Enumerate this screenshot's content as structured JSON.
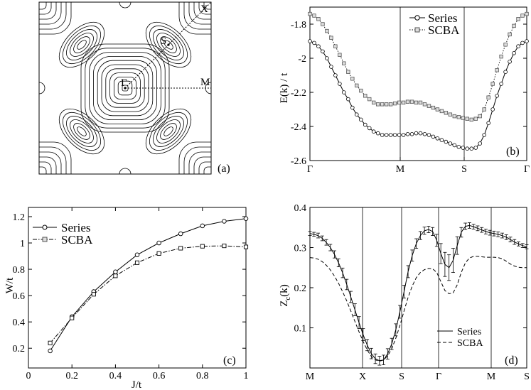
{
  "chart_data": [
    {
      "panel": "a",
      "type": "contour",
      "panel_label": "(a)",
      "points": [
        {
          "label": "X"
        },
        {
          "label": "S"
        },
        {
          "label": "Γ"
        },
        {
          "label": "M"
        }
      ]
    },
    {
      "panel": "b",
      "type": "line",
      "panel_label": "(b)",
      "ylabel": "E(k) / t",
      "ylim": [
        -2.6,
        -1.7
      ],
      "yticks": [
        "-1.8",
        "-2",
        "-2.2",
        "-2.4",
        "-2.6"
      ],
      "x_labels": [
        "Γ",
        "M",
        "S",
        "Γ"
      ],
      "legend": "top-right",
      "series": [
        {
          "name": "Series",
          "style": "solid",
          "marker": "circle",
          "values": [
            -1.9,
            -1.91,
            -1.93,
            -1.96,
            -2.0,
            -2.05,
            -2.1,
            -2.15,
            -2.2,
            -2.24,
            -2.29,
            -2.33,
            -2.36,
            -2.39,
            -2.41,
            -2.43,
            -2.44,
            -2.45,
            -2.45,
            -2.45,
            -2.45,
            -2.45,
            -2.45,
            -2.445,
            -2.445,
            -2.44,
            -2.44,
            -2.445,
            -2.45,
            -2.46,
            -2.47,
            -2.48,
            -2.49,
            -2.5,
            -2.51,
            -2.52,
            -2.525,
            -2.53,
            -2.53,
            -2.525,
            -2.5,
            -2.45,
            -2.38,
            -2.3,
            -2.22,
            -2.15,
            -2.08,
            -2.02,
            -1.97,
            -1.93,
            -1.91,
            -1.9
          ]
        },
        {
          "name": "SCBA",
          "style": "dotted",
          "marker": "square",
          "values": [
            -1.74,
            -1.75,
            -1.77,
            -1.8,
            -1.84,
            -1.88,
            -1.93,
            -1.98,
            -2.03,
            -2.08,
            -2.12,
            -2.16,
            -2.19,
            -2.22,
            -2.24,
            -2.26,
            -2.27,
            -2.27,
            -2.27,
            -2.27,
            -2.265,
            -2.26,
            -2.26,
            -2.255,
            -2.255,
            -2.26,
            -2.26,
            -2.27,
            -2.28,
            -2.29,
            -2.3,
            -2.31,
            -2.32,
            -2.33,
            -2.34,
            -2.345,
            -2.35,
            -2.355,
            -2.36,
            -2.355,
            -2.34,
            -2.3,
            -2.23,
            -2.15,
            -2.07,
            -1.99,
            -1.92,
            -1.86,
            -1.81,
            -1.77,
            -1.75,
            -1.74
          ]
        }
      ]
    },
    {
      "panel": "c",
      "type": "line",
      "panel_label": "(c)",
      "xlabel": "J/t",
      "ylabel": "W/t",
      "xlim": [
        0,
        1
      ],
      "ylim": [
        0.05,
        1.27
      ],
      "xticks": [
        "0",
        "0.2",
        "0.4",
        "0.6",
        "0.8",
        "1"
      ],
      "yticks": [
        "0.2",
        "0.4",
        "0.6",
        "0.8",
        "1",
        "1.2"
      ],
      "legend": "top-left",
      "x": [
        0.1,
        0.2,
        0.3,
        0.4,
        0.5,
        0.6,
        0.7,
        0.8,
        0.9,
        1.0
      ],
      "series": [
        {
          "name": "Series",
          "style": "solid",
          "marker": "circle",
          "values": [
            0.18,
            0.44,
            0.63,
            0.78,
            0.91,
            1.0,
            1.07,
            1.13,
            1.165,
            1.185
          ]
        },
        {
          "name": "SCBA",
          "style": "dashdot",
          "marker": "square",
          "values": [
            0.24,
            0.43,
            0.61,
            0.75,
            0.85,
            0.92,
            0.96,
            0.975,
            0.978,
            0.97
          ]
        }
      ]
    },
    {
      "panel": "d",
      "type": "line",
      "panel_label": "(d)",
      "ylabel": "Z_c(k)",
      "ylim": [
        0,
        0.4
      ],
      "yticks": [
        "0.1",
        "0.2",
        "0.3",
        "0.4"
      ],
      "x_labels": [
        "M",
        "X",
        "S",
        "Γ",
        "M",
        "S"
      ],
      "legend": "bottom-right",
      "series": [
        {
          "name": "Series",
          "style": "solid",
          "marker": "errorbar",
          "values": [
            0.335,
            0.333,
            0.33,
            0.323,
            0.313,
            0.3,
            0.283,
            0.262,
            0.237,
            0.208,
            0.177,
            0.145,
            0.113,
            0.083,
            0.057,
            0.036,
            0.023,
            0.018,
            0.02,
            0.035,
            0.06,
            0.095,
            0.14,
            0.19,
            0.24,
            0.28,
            0.31,
            0.33,
            0.342,
            0.345,
            0.34,
            0.318,
            0.285,
            0.258,
            0.25,
            0.268,
            0.305,
            0.338,
            0.353,
            0.355,
            0.352,
            0.348,
            0.344,
            0.34,
            0.337,
            0.335,
            0.333,
            0.33,
            0.326,
            0.32,
            0.314,
            0.309,
            0.305,
            0.302
          ],
          "errors": [
            0.005,
            0.005,
            0.006,
            0.006,
            0.007,
            0.008,
            0.009,
            0.01,
            0.012,
            0.013,
            0.014,
            0.015,
            0.015,
            0.015,
            0.014,
            0.013,
            0.012,
            0.011,
            0.012,
            0.013,
            0.014,
            0.015,
            0.016,
            0.016,
            0.015,
            0.014,
            0.012,
            0.01,
            0.009,
            0.008,
            0.01,
            0.015,
            0.025,
            0.03,
            0.032,
            0.03,
            0.022,
            0.012,
            0.008,
            0.007,
            0.006,
            0.006,
            0.006,
            0.006,
            0.006,
            0.006,
            0.006,
            0.006,
            0.006,
            0.006,
            0.006,
            0.005,
            0.005,
            0.005
          ]
        },
        {
          "name": "SCBA",
          "style": "dashed",
          "marker": "none",
          "values": [
            0.275,
            0.274,
            0.271,
            0.265,
            0.256,
            0.244,
            0.229,
            0.211,
            0.19,
            0.167,
            0.142,
            0.116,
            0.09,
            0.066,
            0.045,
            0.029,
            0.02,
            0.017,
            0.02,
            0.03,
            0.048,
            0.074,
            0.106,
            0.142,
            0.176,
            0.204,
            0.225,
            0.238,
            0.245,
            0.248,
            0.247,
            0.238,
            0.215,
            0.193,
            0.185,
            0.187,
            0.207,
            0.238,
            0.262,
            0.274,
            0.278,
            0.278,
            0.277,
            0.276,
            0.276,
            0.276,
            0.275,
            0.272,
            0.266,
            0.259,
            0.254,
            0.251,
            0.25,
            0.25
          ]
        }
      ]
    }
  ]
}
